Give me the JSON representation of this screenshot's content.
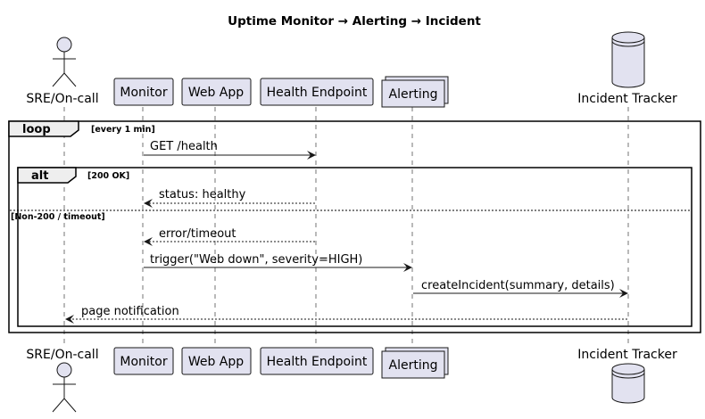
{
  "diagram": {
    "title": "Uptime Monitor → Alerting → Incident",
    "participants": [
      {
        "id": "sre",
        "label": "SRE/On-call",
        "kind": "actor"
      },
      {
        "id": "monitor",
        "label": "Monitor",
        "kind": "participant"
      },
      {
        "id": "webapp",
        "label": "Web App",
        "kind": "participant"
      },
      {
        "id": "health",
        "label": "Health Endpoint",
        "kind": "participant"
      },
      {
        "id": "alerting",
        "label": "Alerting",
        "kind": "collections"
      },
      {
        "id": "tracker",
        "label": "Incident Tracker",
        "kind": "database"
      }
    ],
    "loop": {
      "keyword": "loop",
      "condition": "[every 1 min]"
    },
    "alt": {
      "keyword": "alt",
      "condition": "[200 OK]",
      "else_condition": "[Non-200 / timeout]"
    },
    "messages": [
      {
        "from": "monitor",
        "to": "health",
        "label": "GET /health",
        "style": "solid"
      },
      {
        "from": "health",
        "to": "monitor",
        "label": "status: healthy",
        "style": "dashed"
      },
      {
        "from": "health",
        "to": "monitor",
        "label": "error/timeout",
        "style": "dashed"
      },
      {
        "from": "monitor",
        "to": "alerting",
        "label": "trigger(\"Web down\", severity=HIGH)",
        "style": "solid"
      },
      {
        "from": "alerting",
        "to": "tracker",
        "label": "createIncident(summary, details)",
        "style": "solid"
      },
      {
        "from": "tracker",
        "to": "sre",
        "label": "page notification",
        "style": "dashed"
      }
    ]
  }
}
